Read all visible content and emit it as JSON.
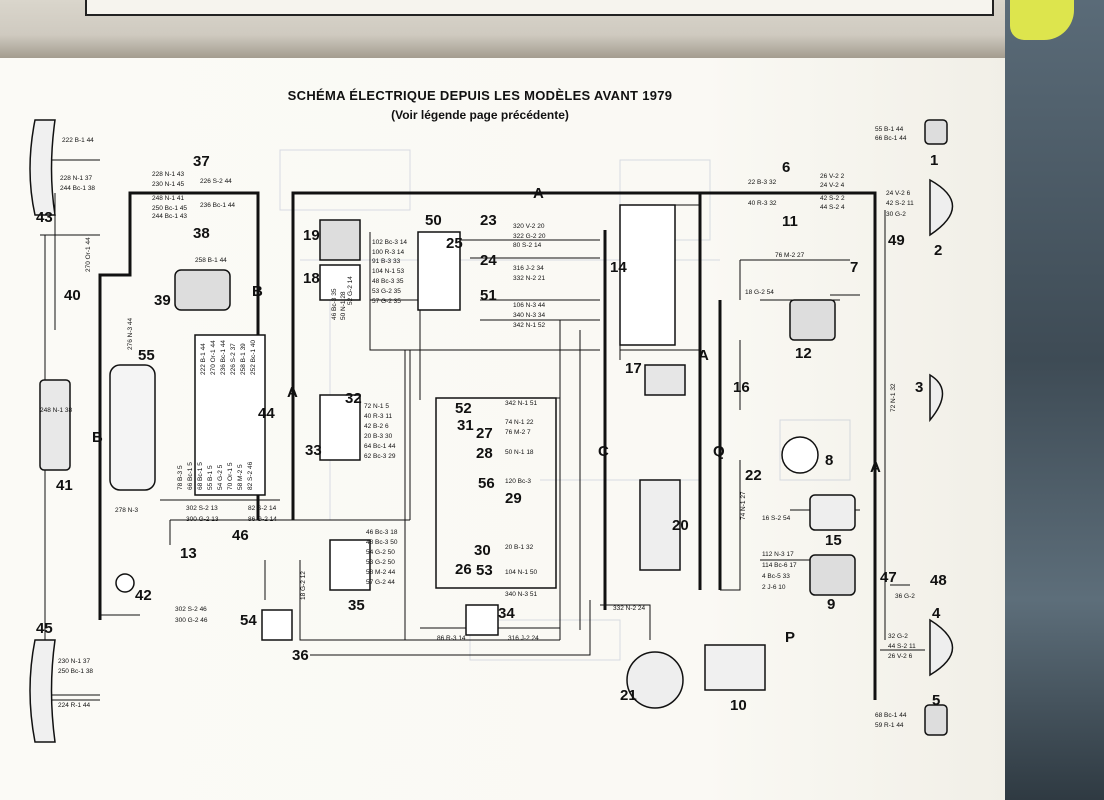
{
  "title": "SCHÉMA ÉLECTRIQUE DEPUIS LES MODÈLES AVANT 1979",
  "subtitle": "(Voir légende page précédente)",
  "bus_labels": [
    "A",
    "B",
    "C",
    "Q",
    "P"
  ],
  "component_numbers": [
    "1",
    "2",
    "3",
    "4",
    "5",
    "6",
    "7",
    "8",
    "9",
    "10",
    "11",
    "12",
    "13",
    "14",
    "15",
    "16",
    "17",
    "18",
    "19",
    "20",
    "21",
    "22",
    "23",
    "24",
    "25",
    "26",
    "27",
    "28",
    "29",
    "30",
    "31",
    "32",
    "33",
    "34",
    "35",
    "36",
    "37",
    "38",
    "39",
    "40",
    "41",
    "42",
    "43",
    "44",
    "45",
    "46",
    "47",
    "48",
    "49",
    "50",
    "51",
    "52",
    "53",
    "54",
    "55",
    "56"
  ],
  "wire_labels": {
    "w01": "222 B-1 44",
    "w02": "228 N-1 37",
    "w03": "244 Bc-1 38",
    "w04": "228 N-1 43",
    "w05": "230 N-1 45",
    "w06": "226 S-2 44",
    "w07": "248 N-1 41",
    "w08": "250 Bc-1 45",
    "w09": "236 Bc-1 44",
    "w10": "244 Bc-1 43",
    "w11": "258 B-1 44",
    "w12": "270 Or-1 44",
    "w13": "276 N-3 44",
    "w14": "248 N-1 38",
    "w15": "102 Bc-3 14",
    "w16": "100 R-3 14",
    "w17": "91 B-3 33",
    "w18": "104 N-1 53",
    "w19": "48 Bc-3 35",
    "w20": "53 G-2 35",
    "w21": "57 G-2 35",
    "w22": "320 V-2 20",
    "w23": "322 G-2 20",
    "w24": "80 S-2 14",
    "w25": "316 J-2 34",
    "w26": "332 N-2 21",
    "w27": "106 N-3 44",
    "w28": "340 N-3 34",
    "w29": "342 N-1 52",
    "w30": "22 B-3 32",
    "w31": "40 R-3 32",
    "w32": "26 V-2 2",
    "w33": "24 V-2 4",
    "w34": "42 S-2 2",
    "w35": "44 S-2 4",
    "w36": "55 B-1 44",
    "w37": "66 Bc-1 44",
    "w38": "24 V-2 6",
    "w39": "42 S-2 11",
    "w40": "30 G-2",
    "w41": "76 M-2 27",
    "w42": "18 G-2 54",
    "w43": "72 N-1 32",
    "w44": "72 N-1 5",
    "w45": "40 R-3 11",
    "w46": "42 B-2 6",
    "w47": "20 B-3 30",
    "w48": "64 Bc-1 44",
    "w49": "62 Bc-3 29",
    "w50": "342 N-1 51",
    "w51": "74 N-1 22",
    "w52": "76 M-2 7",
    "w53": "50 N-1 18",
    "w54": "120 Bc-3",
    "w55": "20 B-1 32",
    "w56": "104 N-1 50",
    "w57": "340 N-3 51",
    "w58": "46 Bc-3 18",
    "w59": "48 Bc-3 50",
    "w60": "54 G-2 50",
    "w61": "53 G-2 50",
    "w62": "58 M-2 44",
    "w63": "57 G-2 44",
    "w64": "302 S-2 13",
    "w65": "300 G-2 13",
    "w66": "82 S-2 14",
    "w67": "86 G-2 14",
    "w68": "302 S-2 46",
    "w69": "300 G-2 46",
    "w70": "86 R-3 14",
    "w71": "316 J-2 24",
    "w72": "332 N-2 24",
    "w73": "112 N-3 17",
    "w74": "114 Bc-6 17",
    "w75": "4 Bc-5 33",
    "w76": "2 J-6 10",
    "w77": "16 S-2 54",
    "w78": "74 N-1 27",
    "w79": "32 G-2",
    "w80": "44 S-2 11",
    "w81": "26 V-2 6",
    "w82": "68 Bc-1 44",
    "w83": "59 R-1 44",
    "w84": "36 G-2",
    "w85": "230 N-1 37",
    "w86": "250 Bc-1 38",
    "w87": "224 R-1 44",
    "w88": "278 N-3",
    "w89": "18 G-2 12",
    "w90": "52 G-2 14",
    "w91": "50 N-1 28",
    "w92": "46 Bc-3 35"
  },
  "connector_44_labels": [
    "222 B-1 44",
    "270 Or-1 44",
    "236 Bc-1 44",
    "226 S-2 37",
    "258 B-1 39",
    "252 Bc-1 40"
  ],
  "connector_55_labels": [
    "78 B-3 5",
    "66 Bc-1 5",
    "68 Bc-1 5",
    "55 B-1 5",
    "54 G-2 5",
    "70 Or-1 5",
    "58 M-2 5",
    "82 S-2 46"
  ],
  "colors": {
    "ink": "#111111",
    "paper": "#faf9f4",
    "bleed_through": "#9aa7c4"
  }
}
